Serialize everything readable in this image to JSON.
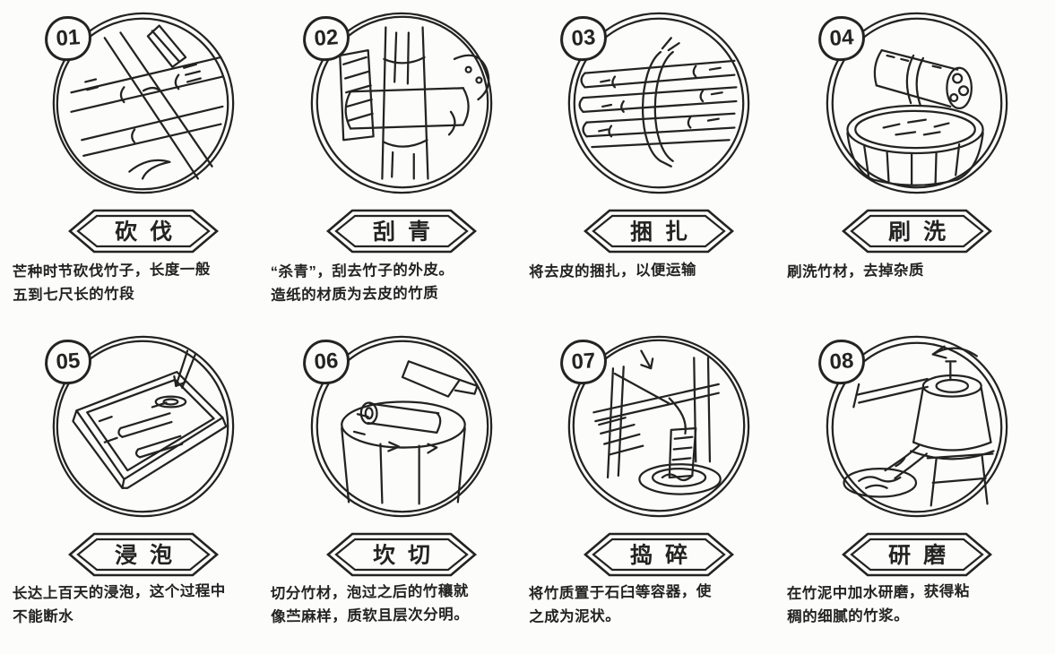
{
  "page": {
    "paper_color": "#fcfcfa",
    "ink_color": "#232323",
    "description": "Hand-drawn 8-step storyboard of traditional bamboo papermaking"
  },
  "steps": [
    {
      "number": "01",
      "title": "砍伐",
      "caption": "芒种时节砍伐竹子，长度一般\n五到七尺长的竹段",
      "sketch": "crossed-bamboo-stalks-with-blade"
    },
    {
      "number": "02",
      "title": "刮青",
      "caption": "“杀青”，刮去竹子的外皮。\n造纸的材质为去皮的竹质",
      "sketch": "scraping-green-skin-off-bamboo"
    },
    {
      "number": "03",
      "title": "捆扎",
      "caption": "将去皮的捆扎，以便运输",
      "sketch": "bamboo-poles-tied-into-bundle"
    },
    {
      "number": "04",
      "title": "刷洗",
      "caption": "刷洗竹材，去掉杂质",
      "sketch": "bamboo-bundle-over-wooden-tub"
    },
    {
      "number": "05",
      "title": "浸泡",
      "caption": "长达上百天的浸泡，这个过程中\n不能断水",
      "sketch": "bamboo-soaking-in-water-pit"
    },
    {
      "number": "06",
      "title": "坎切",
      "caption": "切分竹材，泡过之后的竹穰就\n像苎麻样，质软且层次分明。",
      "sketch": "cleaver-and-roll-on-chopping-stump"
    },
    {
      "number": "07",
      "title": "捣碎",
      "caption": "将竹质置于石臼等容器，使\n之成为泥状。",
      "sketch": "trip-hammer-pounding-stone-mortar"
    },
    {
      "number": "08",
      "title": "研磨",
      "caption": "在竹泥中加水研磨，获得粘\n稠的细腻的竹浆。",
      "sketch": "stone-mill-grinding-into-bowl"
    }
  ]
}
